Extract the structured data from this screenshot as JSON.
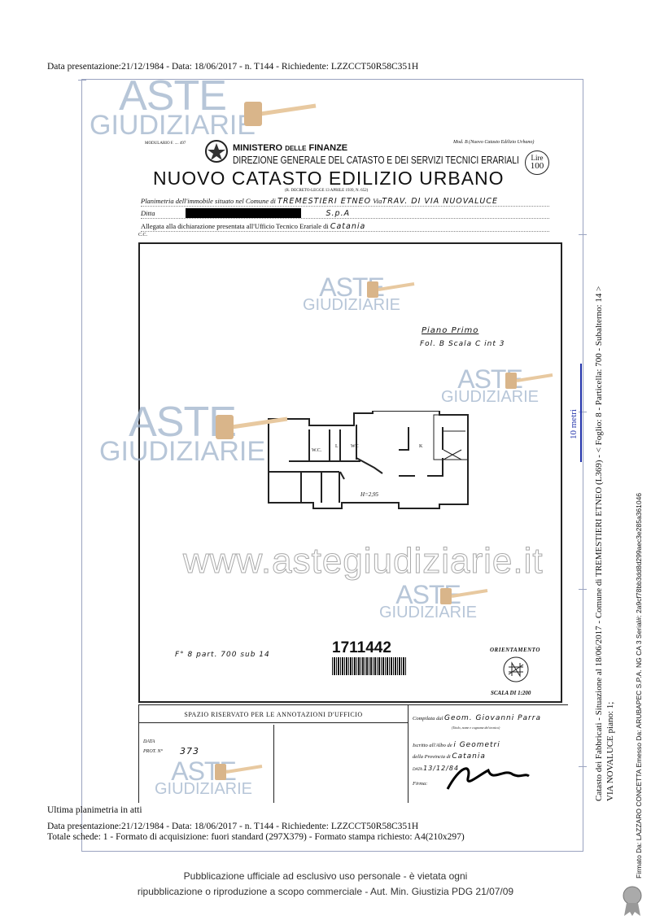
{
  "header": {
    "text": "Data presentazione:21/12/1984 - Data: 18/06/2017 - n. T144 - Richiedente: LZZCCT50R58C351H"
  },
  "form": {
    "modulario": "MODULARIO F. .... 497",
    "ministry": "MINISTERO",
    "ministry_delle": "DELLE",
    "ministry_finanze": "FINANZE",
    "direction": "DIREZIONE GENERALE DEL CATASTO E DEI SERVIZI TECNICI ERARIALI",
    "title": "NUOVO CATASTO EDILIZIO URBANO",
    "decree": "(R. DECRETO-LEGGE 13 APRILE 1939, N. 652)",
    "mod": "Mod. B (Nuovo Catasto Edilizio Urbano)",
    "lire_label": "Lire",
    "lire_value": "100",
    "planimetria_label": "Planimetria dell'immobile situato nel Comune di",
    "comune": "TREMESTIERI ETNEO",
    "via_label": "Via",
    "via": "TRAV. DI VIA NUOVALUCE",
    "ditta_label": "Ditta",
    "ditta": "S.p.A",
    "allegata_label": "Allegata alla dichiarazione presentata all'Ufficio Tecnico Erariale di",
    "ufficio": "Catania",
    "cc": "C.C."
  },
  "plan": {
    "floor": "Piano Primo",
    "location": "Fol. B Scala C int 3",
    "rooms": [
      "W.C.",
      "L",
      "WC",
      "K"
    ],
    "height": "H=2,95",
    "reference": "F° 8 part. 700 sub 14",
    "barcode": "1711442",
    "orientation": "ORIENTAMENTO",
    "scale": "SCALA DI 1:200"
  },
  "annotations": {
    "title": "SPAZIO RISERVATO PER LE ANNOTAZIONI D'UFFICIO",
    "data_label": "DATA",
    "prot_label": "PROT. N°",
    "prot": "373",
    "compilata_label": "Compilata dal",
    "compilata": "Geom. Giovanni Parra",
    "compilata_hint": "(Titolo, nome e cognome del tecnico)",
    "iscritto_label": "Iscritto all'Albo de",
    "iscritto": "i Geometri",
    "provincia_label": "della Provincia di",
    "provincia": "Catania",
    "data2_label": "DATA",
    "data2": "13/12/84",
    "firma_label": "Firma:"
  },
  "watermark": {
    "line1": "ASTE",
    "line2": "GIUDIZIARIE",
    "site": "www.astegiudiziarie.it"
  },
  "footer": {
    "ultima": "Ultima planimetria in atti",
    "line1": "Data presentazione:21/12/1984 - Data: 18/06/2017 - n. T144 - Richiedente: LZZCCT50R58C351H",
    "line2": "Totale schede: 1 - Formato di acquisizione: fuori standard (297X379) - Formato stampa richiesto: A4(210x297)"
  },
  "notice": {
    "line1": "Pubblicazione ufficiale ad esclusivo uso personale - è vietata ogni",
    "line2": "ripubblicazione o riproduzione a scopo commerciale - Aut. Min. Giustizia PDG 21/07/09"
  },
  "side": {
    "catasto": "Catasto dei Fabbricati - Situazione al 18/06/2017 - Comune di TREMESTIERI ETNEO (L369) - < Foglio: 8 - Particella: 700 - Subalterno: 14 >",
    "via": "VIA NOVALUCE piano: 1;",
    "scale_label": "10 metri",
    "firmato": "Firmato Da: LAZZARO CONCETTA Emesso Da: ARUBAPEC S.P.A. NG CA 3 Serial#: 2a9cf78bb3dd8d299aec3e285a361046"
  }
}
